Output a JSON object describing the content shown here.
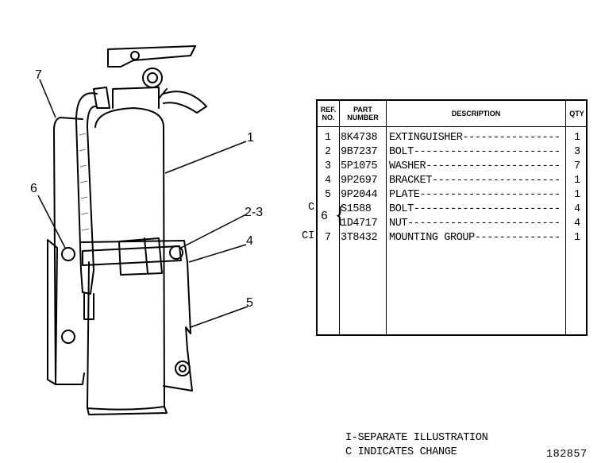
{
  "illustration": {
    "callouts": [
      "7",
      "1",
      "6",
      "2-3",
      "4",
      "5"
    ]
  },
  "table": {
    "headers": {
      "ref_no": [
        "REF.",
        "NO."
      ],
      "part_number": [
        "PART",
        "NUMBER"
      ],
      "description": "DESCRIPTION",
      "qty": "QTY"
    },
    "rows": [
      {
        "ref": "1",
        "part": "8K4738",
        "desc": "EXTINGUISHER",
        "qty": "1",
        "marker": ""
      },
      {
        "ref": "2",
        "part": "9B7237",
        "desc": "BOLT",
        "qty": "3",
        "marker": ""
      },
      {
        "ref": "3",
        "part": "5P1075",
        "desc": "WASHER",
        "qty": "7",
        "marker": ""
      },
      {
        "ref": "4",
        "part": "9P2697",
        "desc": "BRACKET",
        "qty": "1",
        "marker": ""
      },
      {
        "ref": "5",
        "part": "9P2044",
        "desc": "PLATE",
        "qty": "1",
        "marker": ""
      },
      {
        "ref": "",
        "part": "S1588",
        "desc": "BOLT",
        "qty": "4",
        "marker": "C"
      },
      {
        "ref": "",
        "part": "1D4717",
        "desc": "NUT",
        "qty": "4",
        "marker": ""
      },
      {
        "ref": "7",
        "part": "3T8432",
        "desc": "MOUNTING GROUP",
        "qty": "1",
        "marker": "CI"
      }
    ],
    "grouped_ref": "6"
  },
  "footnotes": [
    "I-SEPARATE ILLUSTRATION",
    "C INDICATES CHANGE"
  ],
  "reference_number": "182857"
}
